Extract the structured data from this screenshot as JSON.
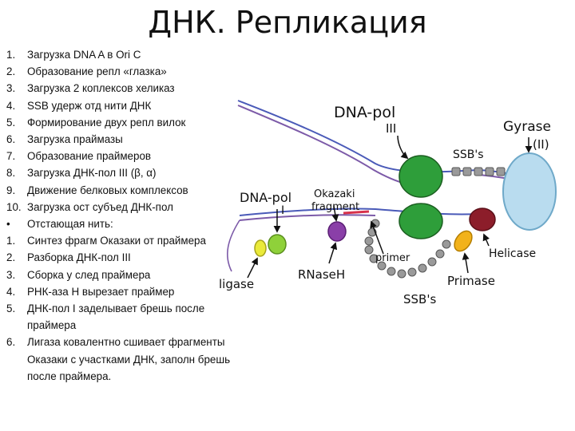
{
  "title": "ДНК. Репликация",
  "steps": [
    {
      "num": "1.",
      "text": "Загрузка DNA A в Ori C"
    },
    {
      "num": "2.",
      "text": "Образование репл «глазка»"
    },
    {
      "num": "3.",
      "text": "Загрузка 2 коплексов хеликаз"
    },
    {
      "num": "4.",
      "text": "SSB удерж отд нити ДНК"
    },
    {
      "num": "5.",
      "text": "Формирование двух репл вилок"
    },
    {
      "num": "6.",
      "text": "Загрузка праймазы"
    },
    {
      "num": "7.",
      "text": "Образование праймеров"
    },
    {
      "num": "8.",
      "text": "Загрузка ДНК-пол III (β, α)"
    },
    {
      "num": "9.",
      "text": "Движение белковых комплексов"
    },
    {
      "num": "10.",
      "text": "Загрузка ост субъед ДНК-пол"
    },
    {
      "num": "•",
      "text": "Отстающая нить:"
    },
    {
      "num": "1.",
      "text": "Синтез фрагм Оказаки от праймера"
    },
    {
      "num": "2.",
      "text": "Разборка ДНК-пол III"
    },
    {
      "num": "3.",
      "text": "Сборка у след праймера"
    },
    {
      "num": "4.",
      "text": "РНК-аза Н вырезает праймер"
    },
    {
      "num": "5.",
      "text": "ДНК-пол I заделывает брешь после праймера"
    },
    {
      "num": "6.",
      "text": "Лигаза ковалентно сшивает фрагменты Оказаки с участками ДНК, заполн брешь после праймера."
    }
  ],
  "labels": {
    "dna_pol_3": "DNA-pol",
    "dna_pol_3_num": "III",
    "gyrase": "Gyrase",
    "gyrase_num": "(II)",
    "ssbs_top": "SSB's",
    "dna_pol_1": "DNA-pol",
    "dna_pol_1_num": "I",
    "okazaki": "Okazaki",
    "fragment": "fragment",
    "primer": "primer",
    "helicase": "Helicase",
    "rnase_h": "RNaseH",
    "ligase": "ligase",
    "primase": "Primase",
    "ssbs_bottom": "SSB's"
  },
  "colors": {
    "polymerase": "#2e9e3a",
    "gyrase": "#b9dcef",
    "helicase": "#8c1d2a",
    "primase": "#f2b21b",
    "rnase": "#8a3fa8",
    "ligase_yellow": "#eaea3a",
    "okazaki_green": "#8fd13a",
    "strand_blue": "#4a5ab8",
    "strand_purple": "#7c5aa8",
    "ssb_gray": "#9a9a9a",
    "primer_red": "#d8324b"
  }
}
